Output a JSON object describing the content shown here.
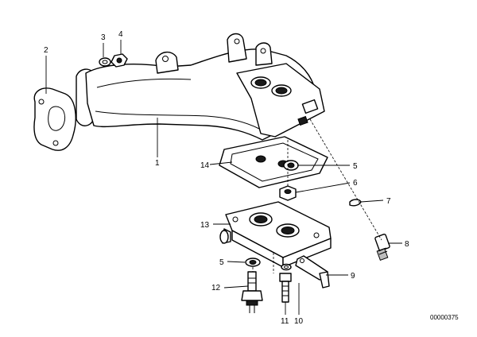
{
  "callouts": {
    "c1": "1",
    "c2": "2",
    "c3": "3",
    "c4": "4",
    "c5a": "5",
    "c5b": "5",
    "c6": "6",
    "c7": "7",
    "c8": "8",
    "c9": "9",
    "c10": "10",
    "c11": "11",
    "c12": "12",
    "c13": "13",
    "c14": "14"
  },
  "drawing_number": "00000375"
}
